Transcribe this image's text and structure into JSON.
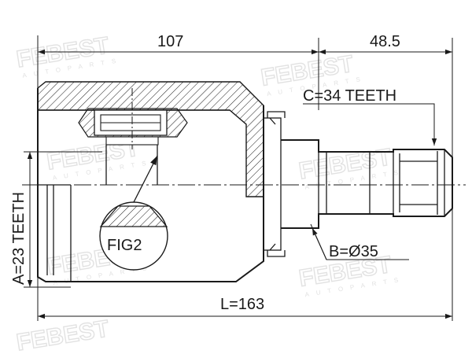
{
  "watermark": {
    "brand": "FEBEST",
    "sub": "AUTOPARTS"
  },
  "dimensions": {
    "housing_length": "107",
    "shaft_length": "48.5",
    "spline_c": "C=34 TEETH",
    "spline_a": "A=23 TEETH",
    "seal_b": "B=Ø35",
    "total_length": "L=163"
  },
  "callouts": {
    "fig2": "FIG2"
  },
  "colors": {
    "line": "#1a1a1a",
    "watermark": "#e2e2e2",
    "background": "#ffffff"
  }
}
